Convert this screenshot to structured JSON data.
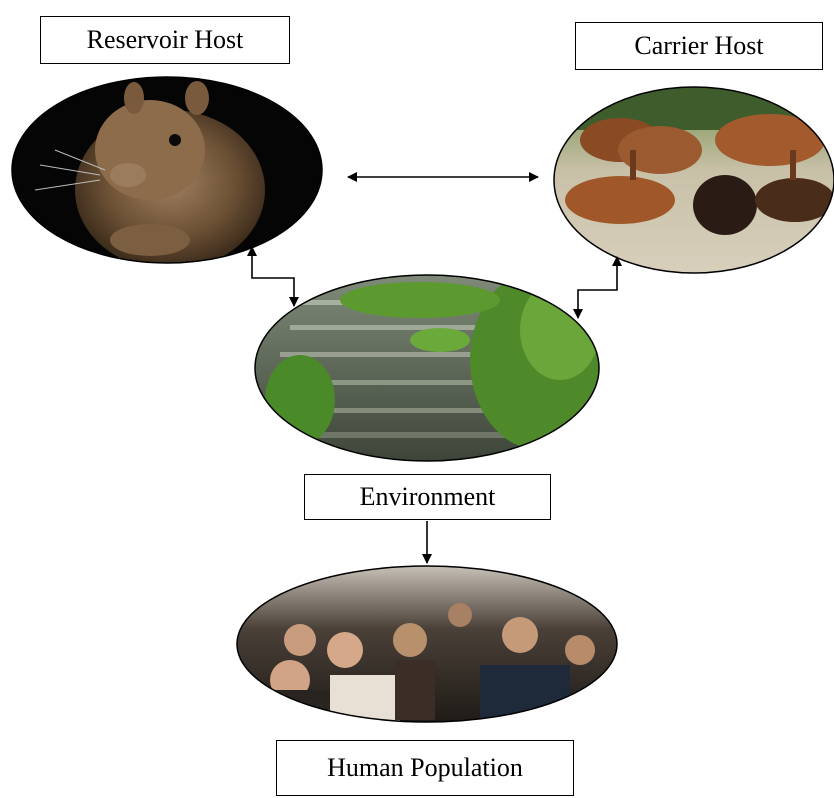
{
  "labels": {
    "reservoir_host": "Reservoir Host",
    "carrier_host": "Carrier Host",
    "environment": "Environment",
    "human_population": "Human Population"
  },
  "nodes": [
    {
      "id": "reservoir-host",
      "image": "rodent-photo"
    },
    {
      "id": "carrier-host",
      "image": "cattle-herd-photo"
    },
    {
      "id": "environment",
      "image": "overgrown-stairs-photo"
    },
    {
      "id": "human-population",
      "image": "crowd-photo"
    }
  ],
  "edges": [
    {
      "from": "reservoir-host",
      "to": "carrier-host",
      "direction": "both"
    },
    {
      "from": "reservoir-host",
      "to": "environment",
      "direction": "both"
    },
    {
      "from": "carrier-host",
      "to": "environment",
      "direction": "both"
    },
    {
      "from": "environment",
      "to": "human-population",
      "direction": "forward"
    }
  ]
}
